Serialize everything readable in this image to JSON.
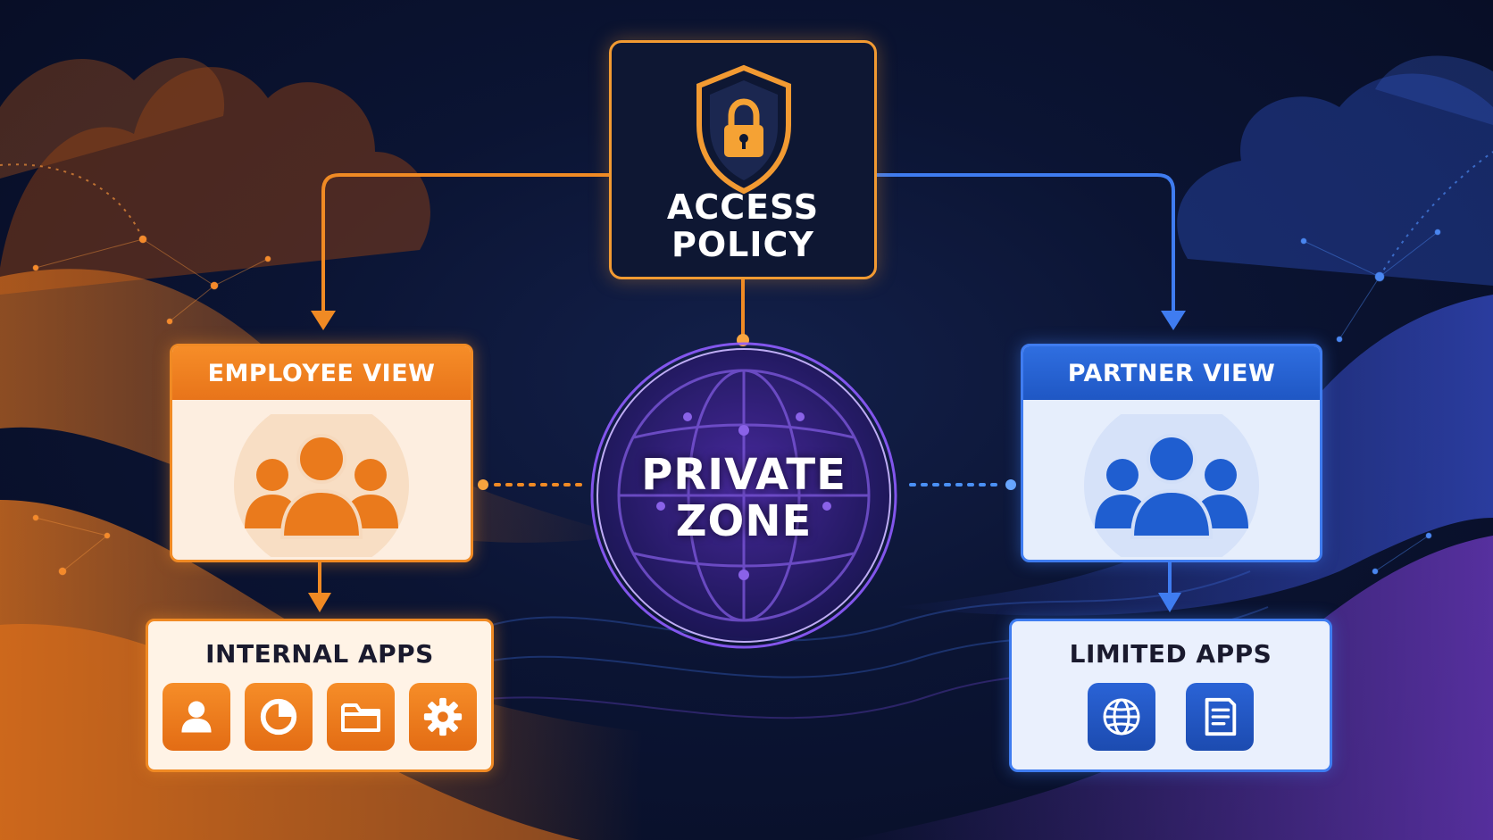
{
  "policy": {
    "line1": "ACCESS",
    "line2": "POLICY",
    "icon": "shield-lock-icon"
  },
  "zone": {
    "line1": "PRIVATE",
    "line2": "ZONE",
    "icon": "globe-icon"
  },
  "employee_view": {
    "title": "EMPLOYEE VIEW",
    "icon": "users-group-icon"
  },
  "partner_view": {
    "title": "PARTNER VIEW",
    "icon": "users-group-icon"
  },
  "internal_apps": {
    "title": "INTERNAL APPS",
    "icons": [
      "user-icon",
      "pie-chart-icon",
      "folder-icon",
      "gear-icon"
    ]
  },
  "limited_apps": {
    "title": "LIMITED APPS",
    "icons": [
      "globe-icon",
      "document-icon"
    ]
  },
  "colors": {
    "orange": "#f08a24",
    "blue": "#3f7cf0",
    "purple": "#9a6cff",
    "background": "#0b1433"
  }
}
